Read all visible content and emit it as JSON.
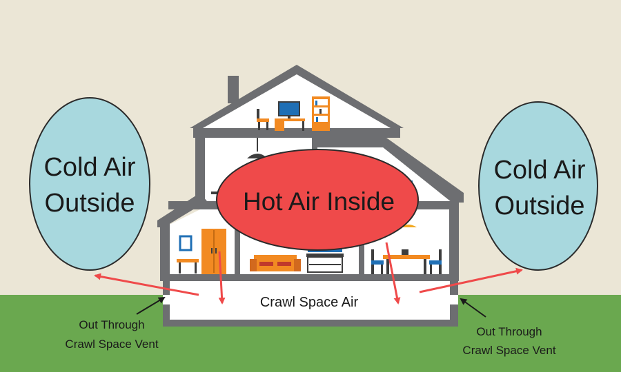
{
  "labels": {
    "left_cold_line1": "Cold Air",
    "left_cold_line2": "Outside",
    "right_cold_line1": "Cold Air",
    "right_cold_line2": "Outside",
    "hot_air": "Hot Air Inside",
    "crawl_space": "Crawl Space Air",
    "left_vent_line1": "Out Through",
    "left_vent_line2": "Crawl Space Vent",
    "right_vent_line1": "Out Through",
    "right_vent_line2": "Crawl Space Vent"
  },
  "colors": {
    "sky": "#ebe6d6",
    "ground": "#6aa84f",
    "house_frame": "#6d6e71",
    "interior": "#ffffff",
    "cold_air": "#a8d8de",
    "hot_air": "#ef4a4a",
    "arrow": "#ef4a4a",
    "furniture_orange": "#f28a22",
    "furniture_blue": "#1f6fb5",
    "furniture_dark": "#3d3d3d"
  },
  "icons": [
    "desk-icon",
    "computer-monitor-icon",
    "bookshelf-icon",
    "ceiling-lamp-icon",
    "wardrobe-icon",
    "picture-frame-icon",
    "sofa-icon",
    "tv-stand-icon",
    "dining-table-icon",
    "chair-icon"
  ]
}
